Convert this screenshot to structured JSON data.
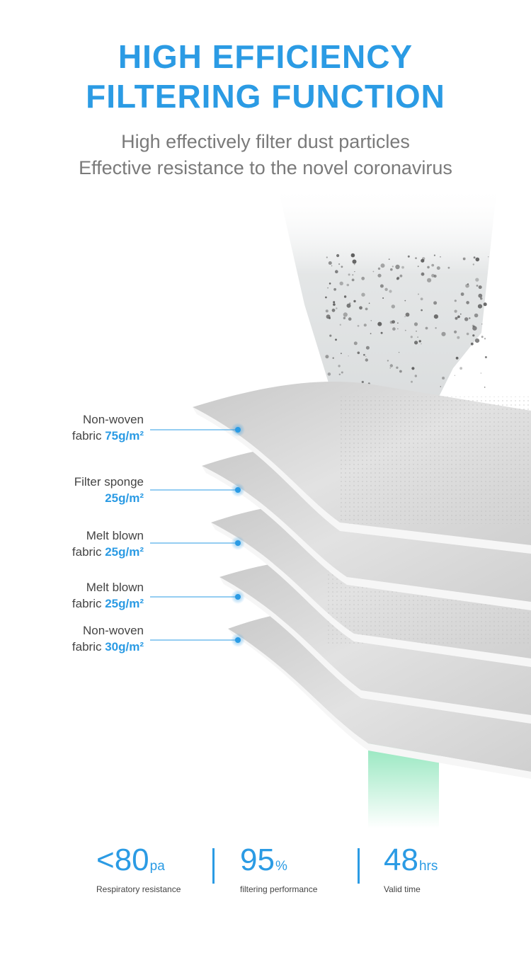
{
  "header": {
    "title_line1": "HIGH EFFICIENCY",
    "title_line2": "FILTERING FUNCTION",
    "subtitle_line1": "High effectively filter dust particles",
    "subtitle_line2": "Effective resistance to the novel coronavirus"
  },
  "layers": [
    {
      "line1": "Non-woven",
      "line2_prefix": "fabric ",
      "value": "75g/m²"
    },
    {
      "line1": "Filter sponge",
      "line2_prefix": "",
      "value": "25g/m²"
    },
    {
      "line1": "Melt blown",
      "line2_prefix": "fabric ",
      "value": "25g/m²"
    },
    {
      "line1": "Melt blown",
      "line2_prefix": "fabric ",
      "value": "25g/m²"
    },
    {
      "line1": "Non-woven",
      "line2_prefix": "fabric ",
      "value": "30g/m²"
    }
  ],
  "stats": [
    {
      "value": "<80",
      "unit": "pa",
      "caption": "Respiratory resistance"
    },
    {
      "value": "95",
      "unit": "%",
      "caption": "filtering performance"
    },
    {
      "value": "48",
      "unit": "hrs",
      "caption": "Valid time"
    }
  ],
  "colors": {
    "accent": "#2b9be4",
    "filtered_air": "#3ed38a",
    "text_gray": "#7a7a7a"
  }
}
